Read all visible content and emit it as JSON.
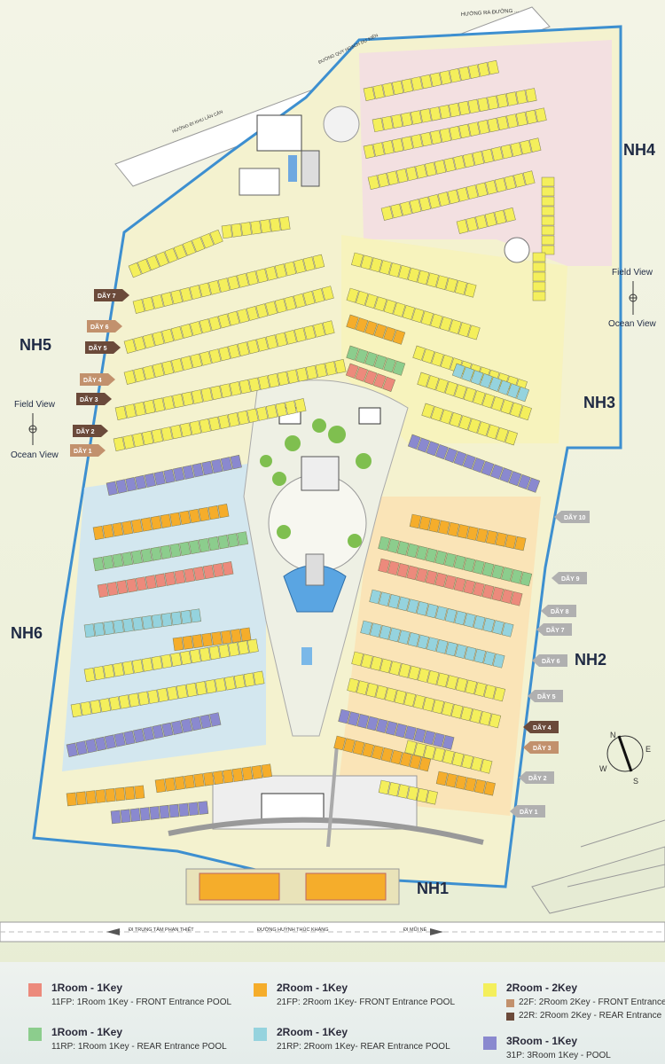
{
  "roads": {
    "top_right": "HƯỚNG RA ĐƯỜNG ...",
    "planned": "ĐƯỜNG QUY HOẠCH DỰ KIẾN",
    "neighbor": "HƯỚNG ĐI KHU LÂN CẬN",
    "bottom_left": "ĐI TRUNG TÂM PHAN THIẾT",
    "bottom_mid": "ĐƯỜNG HUỲNH THÚC KHÁNG",
    "bottom_right": "ĐI MŨI NÉ"
  },
  "zones": {
    "nh1": "NH1",
    "nh2": "NH2",
    "nh3": "NH3",
    "nh4": "NH4",
    "nh5": "NH5",
    "nh6": "NH6"
  },
  "view": {
    "field": "Field View",
    "ocean": "Ocean View"
  },
  "compass": {
    "n": "N",
    "e": "E",
    "s": "S",
    "w": "W"
  },
  "rows_left": [
    "DÃY 7",
    "DÃY 6",
    "DÃY 5",
    "DÃY 4",
    "DÃY 3",
    "DÃY 2",
    "DÃY 1"
  ],
  "rows_right": [
    "DÃY 10",
    "DÃY 9",
    "DÃY 8",
    "DÃY 7",
    "DÃY 6",
    "DÃY 5",
    "DÃY 4",
    "DÃY 3",
    "DÃY 2",
    "DÃY 1"
  ],
  "colors": {
    "r1_front": "#ec8a7c",
    "r1_rear": "#8ccd8d",
    "r2_front": "#f5ad2b",
    "r2_rear": "#95d3de",
    "r22": "#f4ef5c",
    "r3": "#8a89cf",
    "boundary": "#3d8fd0",
    "road": "#d8d8d8",
    "grass": "#dfe9c2"
  },
  "legend": [
    {
      "title": "1Room - 1Key",
      "desc": "11FP: 1Room 1Key - FRONT Entrance POOL",
      "color": "#ec8a7c"
    },
    {
      "title": "1Room - 1Key",
      "desc": "11RP: 1Room 1Key - REAR Entrance POOL",
      "color": "#8ccd8d"
    },
    {
      "title": "2Room - 1Key",
      "desc": "21FP: 2Room 1Key- FRONT Entrance POOL",
      "color": "#f5ad2b"
    },
    {
      "title": "2Room - 1Key",
      "desc": "21RP: 2Room 1Key- REAR Entrance POOL",
      "color": "#95d3de"
    },
    {
      "title": "2Room - 2Key",
      "subs": [
        "22F: 2Room 2Key - FRONT Entrance",
        "22R: 2Room 2Key - REAR Entrance"
      ],
      "color": "#f4ef5c"
    },
    {
      "title": "3Room - 1Key",
      "desc": "31P: 3Room 1Key - POOL",
      "color": "#8a89cf"
    }
  ]
}
